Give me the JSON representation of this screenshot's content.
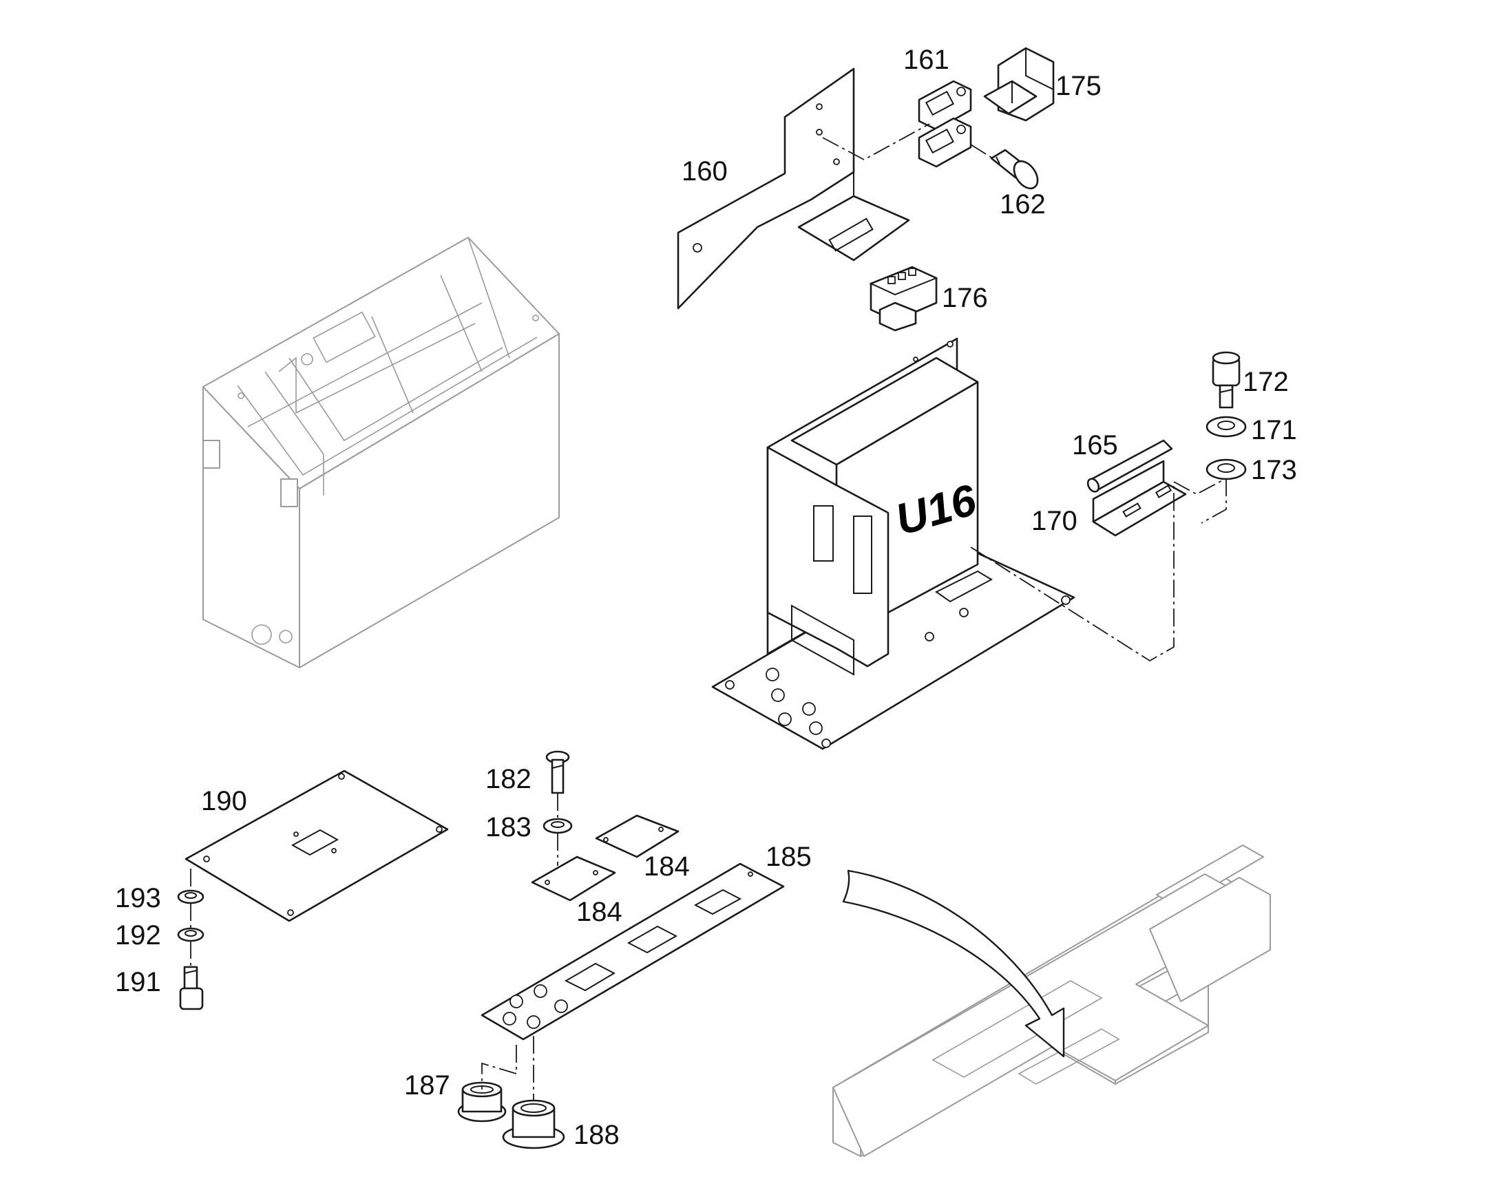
{
  "callouts": {
    "c160": "160",
    "c161": "161",
    "c162": "162",
    "c165": "165",
    "c170": "170",
    "c171": "171",
    "c172": "172",
    "c173": "173",
    "c175": "175",
    "c176": "176",
    "c182": "182",
    "c183": "183",
    "c184a": "184",
    "c184b": "184",
    "c185": "185",
    "c187": "187",
    "c188": "188",
    "c190": "190",
    "c191": "191",
    "c192": "192",
    "c193": "193"
  },
  "unit_label": "U16",
  "colors": {
    "line": "#1a1a1a",
    "ghost_line": "#9a9a9a",
    "background": "#ffffff"
  }
}
